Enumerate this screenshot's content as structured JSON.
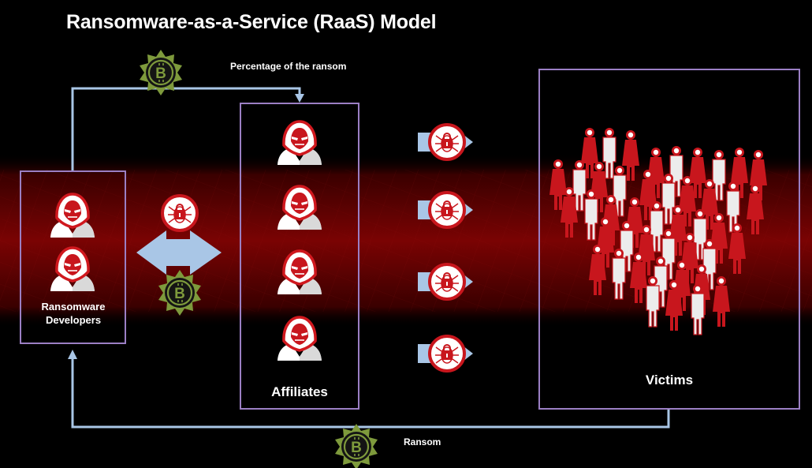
{
  "title": "Ransomware-as-a-Service (RaaS) Model",
  "labels": {
    "percentage": "Percentage of the ransom",
    "developers_line1": "Ransomware",
    "developers_line2": "Developers",
    "affiliates": "Affiliates",
    "victims": "Victims",
    "ransom": "Ransom"
  },
  "icons": {
    "bitcoin": "bitcoin-gear-icon",
    "ransomware": "ransomware-lock-bug-icon",
    "hacker": "hooded-hacker-icon",
    "person": "person-icon"
  },
  "colors": {
    "background": "#000000",
    "band": "#5a0000",
    "accent_red": "#c8161d",
    "box_border": "#9b7fc4",
    "arrow_blue": "#a9c6e6",
    "bitcoin_green": "#7e9a3c"
  }
}
